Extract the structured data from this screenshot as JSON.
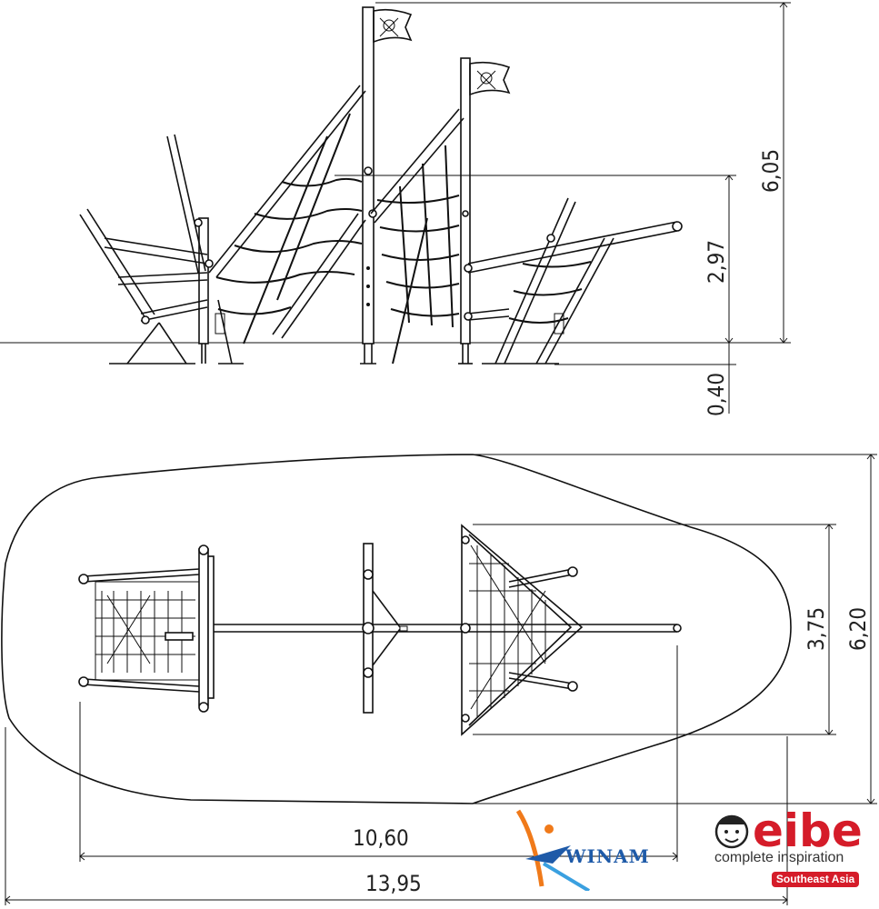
{
  "dimensions": {
    "total_height": "6,05",
    "platform_height": "2,97",
    "foundation_depth": "0,40",
    "inner_width": "3,75",
    "total_width": "6,20",
    "inner_length": "10,60",
    "total_length": "13,95"
  },
  "brand": {
    "name": "eibe",
    "tagline": "complete inspiration",
    "region": "Southeast Asia",
    "partner": "WINAM",
    "brand_color": "#d51c29",
    "partner_color": "#1e5aa8"
  },
  "icons": {
    "flag": "skull-flag-icon",
    "mascot": "mascot-face-icon"
  }
}
